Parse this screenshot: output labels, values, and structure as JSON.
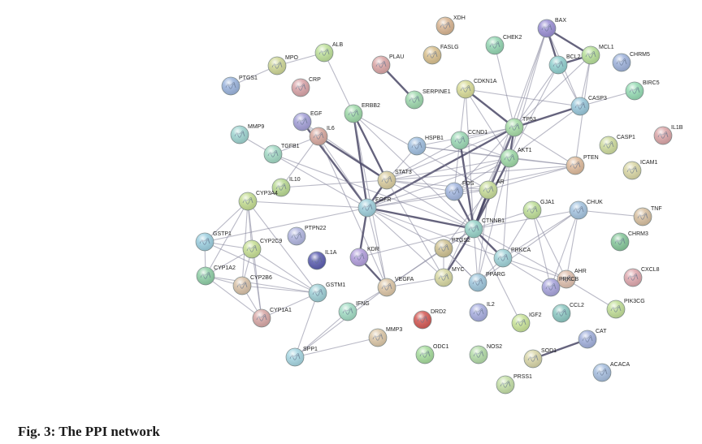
{
  "caption": "Fig. 3: The PPI network",
  "network": {
    "nodes": [
      {
        "id": "XDH",
        "color": "#d9b592"
      },
      {
        "id": "FASLG",
        "color": "#d9c08e"
      },
      {
        "id": "BAX",
        "color": "#9a8fd4"
      },
      {
        "id": "CHEK2",
        "color": "#94d6b2"
      },
      {
        "id": "MCL1",
        "color": "#b7df98"
      },
      {
        "id": "BCL2",
        "color": "#91d0cf"
      },
      {
        "id": "CHRM5",
        "color": "#9fb3dc"
      },
      {
        "id": "ALB",
        "color": "#bfe19a"
      },
      {
        "id": "MPO",
        "color": "#cfd796"
      },
      {
        "id": "PLAU",
        "color": "#dba6a6"
      },
      {
        "id": "PTGS1",
        "color": "#9bb4dd"
      },
      {
        "id": "CRP",
        "color": "#d9a4a8"
      },
      {
        "id": "SERPINE1",
        "color": "#9ed8ad"
      },
      {
        "id": "CDKN1A",
        "color": "#d9dc98"
      },
      {
        "id": "CASP3",
        "color": "#98c7da"
      },
      {
        "id": "BIRC5",
        "color": "#96dcb4"
      },
      {
        "id": "ERBB2",
        "color": "#9ed9a8"
      },
      {
        "id": "TP53",
        "color": "#a6dca6"
      },
      {
        "id": "EGF",
        "color": "#a4a0d8"
      },
      {
        "id": "IL6",
        "color": "#d7a89e"
      },
      {
        "id": "MMP9",
        "color": "#9ed4d0"
      },
      {
        "id": "HSPB1",
        "color": "#9fbedf"
      },
      {
        "id": "CCND1",
        "color": "#9bd8b4"
      },
      {
        "id": "CASP1",
        "color": "#cfdc9e"
      },
      {
        "id": "IL1B",
        "color": "#dba6a8"
      },
      {
        "id": "TGFB1",
        "color": "#a2d9c4"
      },
      {
        "id": "AKT1",
        "color": "#9ed9a6"
      },
      {
        "id": "PTEN",
        "color": "#dfbb9c"
      },
      {
        "id": "ICAM1",
        "color": "#dbd8a6"
      },
      {
        "id": "IL10",
        "color": "#b9d992"
      },
      {
        "id": "STAT3",
        "color": "#d9cc9e"
      },
      {
        "id": "FOS",
        "color": "#a3b7e0"
      },
      {
        "id": "AR",
        "color": "#c7dc98"
      },
      {
        "id": "CYP3A4",
        "color": "#c4dd92"
      },
      {
        "id": "EGFR",
        "color": "#9ecfdc"
      },
      {
        "id": "GJA1",
        "color": "#bfdf98"
      },
      {
        "id": "CHUK",
        "color": "#a4c4e0"
      },
      {
        "id": "TNF",
        "color": "#d8c0a0"
      },
      {
        "id": "PTPN22",
        "color": "#b2b6e0"
      },
      {
        "id": "CTNNB1",
        "color": "#96d2c8"
      },
      {
        "id": "GSTP1",
        "color": "#9ccfe0"
      },
      {
        "id": "CHRM3",
        "color": "#86c79a"
      },
      {
        "id": "CYP2C9",
        "color": "#c7df94"
      },
      {
        "id": "PTGS2",
        "color": "#cfc292"
      },
      {
        "id": "IL1A",
        "color": "#5b5db0"
      },
      {
        "id": "KDR",
        "color": "#b29edc"
      },
      {
        "id": "PRKCA",
        "color": "#9fd2d8"
      },
      {
        "id": "CYP1A2",
        "color": "#8fcfa6"
      },
      {
        "id": "CYP2B6",
        "color": "#d9c2a8"
      },
      {
        "id": "MYC",
        "color": "#d8d8a2"
      },
      {
        "id": "PPARG",
        "color": "#9ec6dc"
      },
      {
        "id": "AHR",
        "color": "#dfc0ae"
      },
      {
        "id": "PRKCB",
        "color": "#a8a4dc"
      },
      {
        "id": "CXCL8",
        "color": "#dfa8ae"
      },
      {
        "id": "GSTM1",
        "color": "#9ecfd6"
      },
      {
        "id": "VEGFA",
        "color": "#ddc6a6"
      },
      {
        "id": "CYP1A1",
        "color": "#d8a8a6"
      },
      {
        "id": "IFNG",
        "color": "#a2dcc4"
      },
      {
        "id": "DRD2",
        "color": "#d45a55"
      },
      {
        "id": "IL2",
        "color": "#a8aee0"
      },
      {
        "id": "IGF2",
        "color": "#c9e398"
      },
      {
        "id": "CCL2",
        "color": "#8cc8c2"
      },
      {
        "id": "PIK3CG",
        "color": "#c2df98"
      },
      {
        "id": "CAT",
        "color": "#a2b0dc"
      },
      {
        "id": "MMP3",
        "color": "#ddc8a8"
      },
      {
        "id": "SPP1",
        "color": "#a6d6e2"
      },
      {
        "id": "ODC1",
        "color": "#a6dc9c"
      },
      {
        "id": "NOS2",
        "color": "#b4dca8"
      },
      {
        "id": "SOD1",
        "color": "#d9d6a8"
      },
      {
        "id": "ACACA",
        "color": "#a6bedf"
      },
      {
        "id": "PRSS1",
        "color": "#c4dfa6"
      }
    ],
    "edges": [
      [
        "MPO",
        "ALB"
      ],
      [
        "MPO",
        "PTGS1"
      ],
      [
        "PLAU",
        "SERPINE1"
      ],
      [
        "BAX",
        "BCL2"
      ],
      [
        "BAX",
        "MCL1"
      ],
      [
        "BAX",
        "CASP3"
      ],
      [
        "BAX",
        "TP53"
      ],
      [
        "BCL2",
        "MCL1"
      ],
      [
        "BCL2",
        "CASP3"
      ],
      [
        "BCL2",
        "TP53"
      ],
      [
        "MCL1",
        "CASP3"
      ],
      [
        "BCL2",
        "AKT1"
      ],
      [
        "MCL1",
        "TP53"
      ],
      [
        "CASP3",
        "TP53"
      ],
      [
        "CASP3",
        "AKT1"
      ],
      [
        "CASP3",
        "BIRC5"
      ],
      [
        "CHEK2",
        "TP53"
      ],
      [
        "BAX",
        "AKT1"
      ],
      [
        "BAX",
        "CTNNB1"
      ],
      [
        "MCL1",
        "PTEN"
      ],
      [
        "CDKN1A",
        "TP53"
      ],
      [
        "CDKN1A",
        "CCND1"
      ],
      [
        "CDKN1A",
        "AKT1"
      ],
      [
        "CDKN1A",
        "CASP3"
      ],
      [
        "CDKN1A",
        "CTNNB1"
      ],
      [
        "TP53",
        "AKT1"
      ],
      [
        "TP53",
        "CCND1"
      ],
      [
        "TP53",
        "HSPB1"
      ],
      [
        "TP53",
        "EGFR"
      ],
      [
        "TP53",
        "CTNNB1"
      ],
      [
        "TP53",
        "PTEN"
      ],
      [
        "TP53",
        "FOS"
      ],
      [
        "TP53",
        "STAT3"
      ],
      [
        "TP53",
        "MYC"
      ],
      [
        "TP53",
        "AR"
      ],
      [
        "ALB",
        "ERBB2"
      ],
      [
        "ERBB2",
        "EGFR"
      ],
      [
        "ERBB2",
        "STAT3"
      ],
      [
        "ERBB2",
        "CTNNB1"
      ],
      [
        "ERBB2",
        "AR"
      ],
      [
        "ERBB2",
        "VEGFA"
      ],
      [
        "EGF",
        "EGFR"
      ],
      [
        "EGF",
        "IL6"
      ],
      [
        "EGF",
        "STAT3"
      ],
      [
        "IL6",
        "STAT3"
      ],
      [
        "IL6",
        "EGFR"
      ],
      [
        "IL6",
        "TGFB1"
      ],
      [
        "IL6",
        "IL10"
      ],
      [
        "IL6",
        "VEGFA"
      ],
      [
        "MMP9",
        "TGFB1"
      ],
      [
        "TGFB1",
        "EGFR"
      ],
      [
        "TGFB1",
        "CTNNB1"
      ],
      [
        "HSPB1",
        "AKT1"
      ],
      [
        "HSPB1",
        "PTEN"
      ],
      [
        "HSPB1",
        "STAT3"
      ],
      [
        "CCND1",
        "STAT3"
      ],
      [
        "CCND1",
        "FOS"
      ],
      [
        "CCND1",
        "CTNNB1"
      ],
      [
        "CCND1",
        "AKT1"
      ],
      [
        "AKT1",
        "EGFR"
      ],
      [
        "AKT1",
        "STAT3"
      ],
      [
        "AKT1",
        "PTEN"
      ],
      [
        "AKT1",
        "CTNNB1"
      ],
      [
        "AKT1",
        "FOS"
      ],
      [
        "AKT1",
        "PPARG"
      ],
      [
        "AKT1",
        "PRKCA"
      ],
      [
        "STAT3",
        "EGFR"
      ],
      [
        "STAT3",
        "FOS"
      ],
      [
        "STAT3",
        "AR"
      ],
      [
        "STAT3",
        "CTNNB1"
      ],
      [
        "STAT3",
        "IL10"
      ],
      [
        "STAT3",
        "MYC"
      ],
      [
        "STAT3",
        "PTEN"
      ],
      [
        "FOS",
        "EGFR"
      ],
      [
        "FOS",
        "CTNNB1"
      ],
      [
        "FOS",
        "AR"
      ],
      [
        "FOS",
        "PTEN"
      ],
      [
        "AR",
        "EGFR"
      ],
      [
        "AR",
        "CTNNB1"
      ],
      [
        "AR",
        "PTEN"
      ],
      [
        "AR",
        "PPARG"
      ],
      [
        "AR",
        "PTGS2"
      ],
      [
        "EGFR",
        "CTNNB1"
      ],
      [
        "EGFR",
        "KDR"
      ],
      [
        "EGFR",
        "VEGFA"
      ],
      [
        "EGFR",
        "PTGS2"
      ],
      [
        "EGFR",
        "PRKCA"
      ],
      [
        "EGFR",
        "GSTP1"
      ],
      [
        "EGFR",
        "MYC"
      ],
      [
        "CTNNB1",
        "GJA1"
      ],
      [
        "CTNNB1",
        "CHUK"
      ],
      [
        "CTNNB1",
        "PRKCA"
      ],
      [
        "CTNNB1",
        "PPARG"
      ],
      [
        "CTNNB1",
        "IGF2"
      ],
      [
        "CTNNB1",
        "MYC"
      ],
      [
        "CTNNB1",
        "PTGS2"
      ],
      [
        "CTNNB1",
        "KDR"
      ],
      [
        "CTNNB1",
        "AHR"
      ],
      [
        "CTNNB1",
        "VEGFA"
      ],
      [
        "GJA1",
        "PRKCA"
      ],
      [
        "GJA1",
        "AHR"
      ],
      [
        "GJA1",
        "PRKCB"
      ],
      [
        "CHUK",
        "TNF"
      ],
      [
        "CHUK",
        "PRKCA"
      ],
      [
        "CHUK",
        "PRKCB"
      ],
      [
        "CHUK",
        "AHR"
      ],
      [
        "CHUK",
        "PPARG"
      ],
      [
        "PRKCA",
        "PRKCB"
      ],
      [
        "PRKCA",
        "AHR"
      ],
      [
        "PRKCA",
        "PPARG"
      ],
      [
        "PPARG",
        "PTGS2"
      ],
      [
        "AHR",
        "PIK3CG"
      ],
      [
        "AHR",
        "PRKCB"
      ],
      [
        "VEGFA",
        "KDR"
      ],
      [
        "VEGFA",
        "PTGS2"
      ],
      [
        "VEGFA",
        "SPP1"
      ],
      [
        "VEGFA",
        "MYC"
      ],
      [
        "PTGS2",
        "PPARG"
      ],
      [
        "PTGS2",
        "MYC"
      ],
      [
        "CYP3A4",
        "CYP2C9"
      ],
      [
        "CYP3A4",
        "GSTP1"
      ],
      [
        "CYP3A4",
        "CYP1A2"
      ],
      [
        "CYP3A4",
        "CYP2B6"
      ],
      [
        "CYP3A4",
        "GSTM1"
      ],
      [
        "CYP3A4",
        "CYP1A1"
      ],
      [
        "CYP2C9",
        "GSTP1"
      ],
      [
        "CYP2C9",
        "CYP1A2"
      ],
      [
        "CYP2C9",
        "CYP2B6"
      ],
      [
        "CYP2C9",
        "GSTM1"
      ],
      [
        "CYP2C9",
        "CYP1A1"
      ],
      [
        "GSTP1",
        "CYP1A2"
      ],
      [
        "GSTP1",
        "GSTM1"
      ],
      [
        "CYP1A2",
        "CYP2B6"
      ],
      [
        "CYP1A2",
        "CYP1A1"
      ],
      [
        "CYP1A2",
        "GSTM1"
      ],
      [
        "CYP2B6",
        "CYP1A1"
      ],
      [
        "CYP2B6",
        "GSTM1"
      ],
      [
        "CYP1A1",
        "GSTM1"
      ],
      [
        "GSTM1",
        "SPP1"
      ],
      [
        "SPP1",
        "IFNG"
      ],
      [
        "SPP1",
        "MMP3"
      ],
      [
        "IFNG",
        "VEGFA"
      ],
      [
        "CAT",
        "SOD1"
      ],
      [
        "EGFR",
        "CYP3A4"
      ]
    ]
  }
}
